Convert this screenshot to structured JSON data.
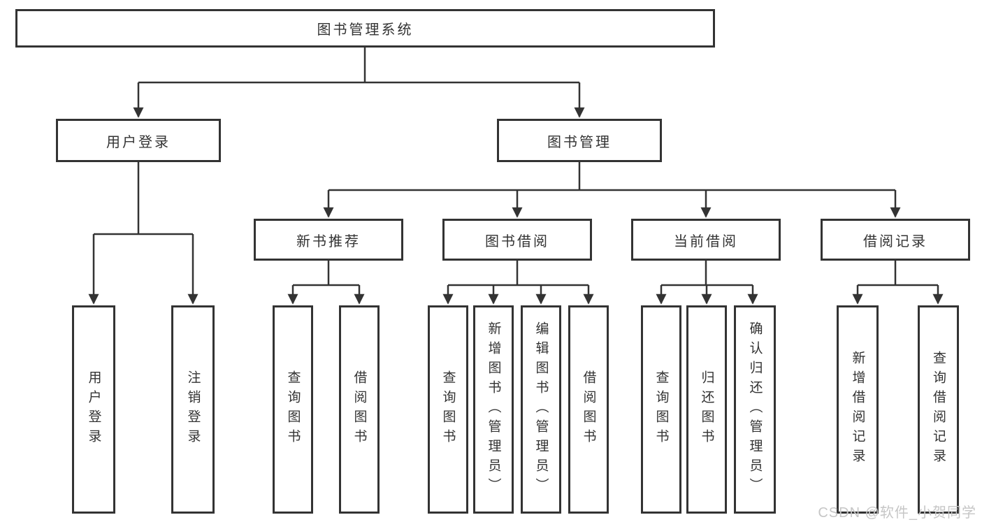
{
  "diagram": {
    "root": {
      "label": "图书管理系统"
    },
    "level1": [
      {
        "label": "用户登录"
      },
      {
        "label": "图书管理"
      }
    ],
    "level2": [
      {
        "label": "新书推荐"
      },
      {
        "label": "图书借阅"
      },
      {
        "label": "当前借阅"
      },
      {
        "label": "借阅记录"
      }
    ],
    "leaves": [
      {
        "label": "用户登录"
      },
      {
        "label": "注销登录"
      },
      {
        "label": "查询图书"
      },
      {
        "label": "借阅图书"
      },
      {
        "label": "查询图书"
      },
      {
        "label": "新增图书（管理员）"
      },
      {
        "label": "编辑图书（管理员）"
      },
      {
        "label": "借阅图书"
      },
      {
        "label": "查询图书"
      },
      {
        "label": "归还图书"
      },
      {
        "label": "确认归还（管理员）"
      },
      {
        "label": "新增借阅记录"
      },
      {
        "label": "查询借阅记录"
      }
    ]
  },
  "watermark": {
    "text": "CSDN @软件_小贺同学"
  },
  "colors": {
    "line": "#333333",
    "text": "#333333",
    "box_background": "#ffffff",
    "watermark": "#c6c6c6",
    "page_background": "#ffffff"
  }
}
